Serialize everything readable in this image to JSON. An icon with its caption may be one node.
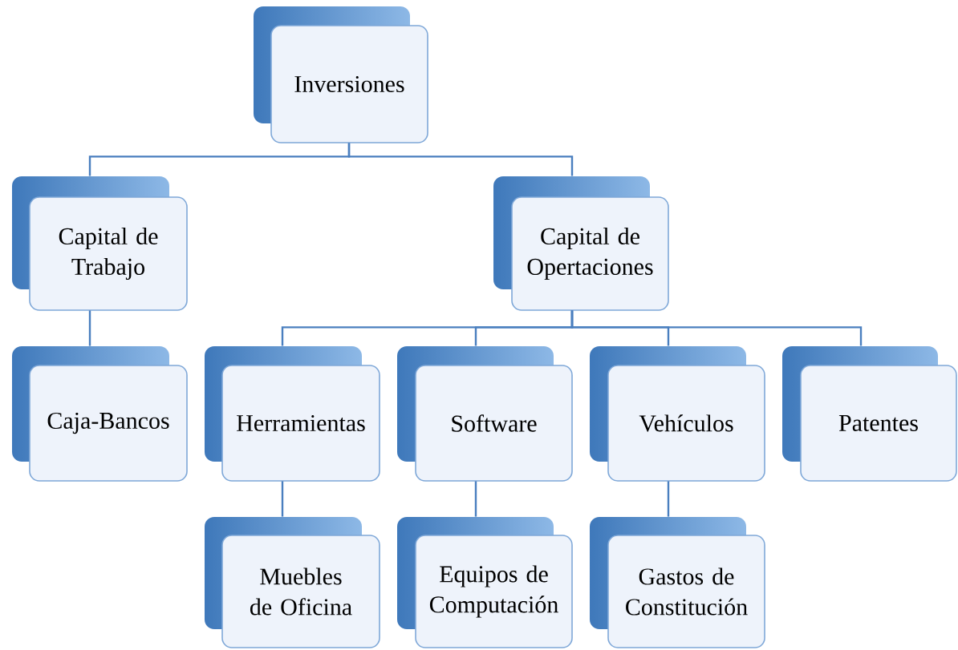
{
  "diagram": {
    "nodes": [
      {
        "text": [
          "Inversiones"
        ]
      },
      {
        "text": [
          "Capital de Trabajo"
        ]
      },
      {
        "text": [
          "Capital de Opertaciones"
        ]
      },
      {
        "text": [
          "Caja-Bancos"
        ]
      },
      {
        "text": [
          "Herramientas"
        ]
      },
      {
        "text": [
          "Software"
        ]
      },
      {
        "text": [
          "Vehículos"
        ]
      },
      {
        "text": [
          "Patentes"
        ]
      },
      {
        "text": [
          "Muebles de Oficina"
        ]
      },
      {
        "text": [
          "Equipos de Computación"
        ]
      },
      {
        "text": [
          "Gastos de Constitución"
        ]
      }
    ],
    "edges": [
      {
        "from": 0,
        "to": 1,
        "arrow": "none"
      },
      {
        "from": 0,
        "to": 2,
        "arrow": "none"
      },
      {
        "from": 1,
        "to": 3,
        "arrow": "none"
      },
      {
        "from": 2,
        "to": 4,
        "arrow": "none"
      },
      {
        "from": 2,
        "to": 5,
        "arrow": "none"
      },
      {
        "from": 2,
        "to": 6,
        "arrow": "none"
      },
      {
        "from": 2,
        "to": 7,
        "arrow": "none"
      },
      {
        "from": 4,
        "to": 8,
        "arrow": "none"
      },
      {
        "from": 5,
        "to": 9,
        "arrow": "none"
      },
      {
        "from": 6,
        "to": 10,
        "arrow": "none"
      }
    ]
  }
}
